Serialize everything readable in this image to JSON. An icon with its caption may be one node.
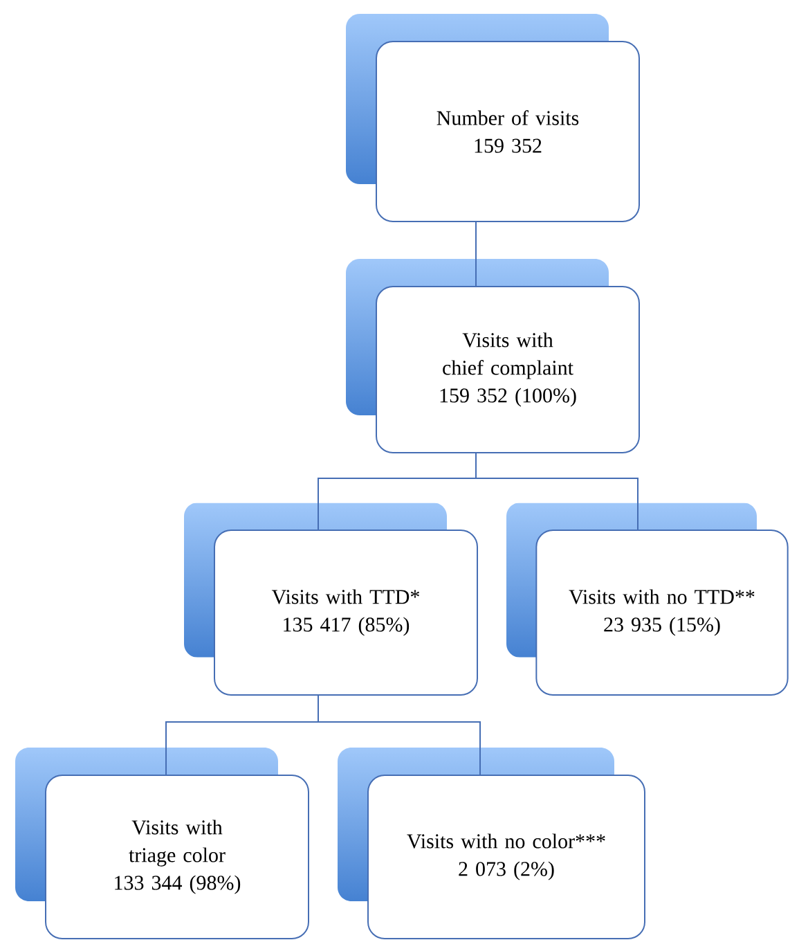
{
  "diagram": {
    "nodes": [
      {
        "text": [
          "Number of visits",
          "159 352"
        ]
      },
      {
        "text": [
          "Visits with chief complaint",
          "159 352 (100%)"
        ]
      },
      {
        "text": [
          "Visits with TTD*",
          "135 417 (85%)"
        ]
      },
      {
        "text": [
          "Visits with no TTD**",
          "23 935 (15%)"
        ]
      },
      {
        "text": [
          "Visits with triage color",
          "133 344 (98%)"
        ]
      },
      {
        "text": [
          "Visits with no color***",
          "2 073 (2%)"
        ]
      }
    ],
    "edges": [
      {
        "from": 0,
        "to": 1,
        "arrow": "none"
      },
      {
        "from": 1,
        "to": 2,
        "arrow": "none"
      },
      {
        "from": 1,
        "to": 3,
        "arrow": "none"
      },
      {
        "from": 2,
        "to": 4,
        "arrow": "none"
      },
      {
        "from": 2,
        "to": 5,
        "arrow": "none"
      }
    ]
  }
}
